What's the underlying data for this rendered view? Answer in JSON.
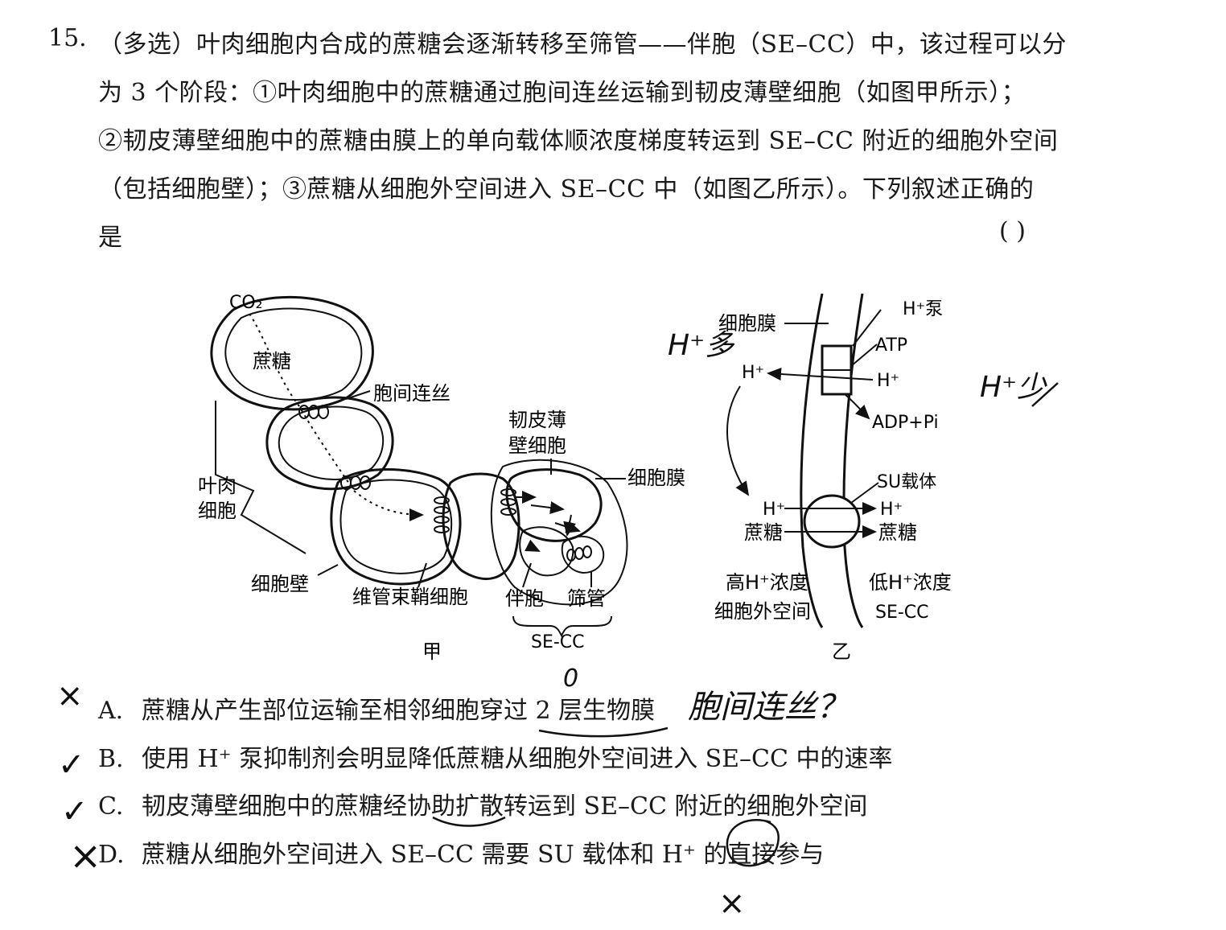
{
  "question": {
    "number": "15.",
    "lines": [
      "（多选）叶肉细胞内合成的蔗糖会逐渐转移至筛管——伴胞（SE–CC）中，该过程可以分",
      "为 3 个阶段：①叶肉细胞中的蔗糖通过胞间连丝运输到韧皮薄壁细胞（如图甲所示）；",
      "②韧皮薄壁细胞中的蔗糖由膜上的单向载体顺浓度梯度转运到 SE–CC 附近的细胞外空间",
      "（包括细胞壁）；③蔗糖从细胞外空间进入 SE–CC 中（如图乙所示）。下列叙述正确的",
      "是"
    ],
    "answer_paren": "(       )"
  },
  "figure_jia": {
    "caption": "甲",
    "co2": "CO₂",
    "sucrose": "蔗糖",
    "plasmodesmata": "胞间连丝",
    "phloem_parenchyma_1": "韧皮薄",
    "phloem_parenchyma_2": "壁细胞",
    "cell_membrane": "细胞膜",
    "mesophyll_1": "叶肉",
    "mesophyll_2": "细胞",
    "cell_wall": "细胞壁",
    "bundle_sheath": "维管束鞘细胞",
    "companion": "伴胞",
    "sieve_tube": "筛管",
    "se_cc": "SE-CC"
  },
  "figure_yi": {
    "caption": "乙",
    "cell_membrane": "细胞膜",
    "h_pump": "H⁺泵",
    "atp": "ATP",
    "h_left": "H⁺",
    "h_right": "H⁺",
    "adp": "ADP+Pi",
    "su_carrier": "SU载体",
    "h_left2": "H⁺",
    "h_right2": "H⁺",
    "sucrose_left": "蔗糖",
    "sucrose_right": "蔗糖",
    "high_h": "高H⁺浓度",
    "extracellular": "细胞外空间",
    "low_h": "低H⁺浓度",
    "se_cc": "SE-CC"
  },
  "options": [
    {
      "letter": "A.",
      "text": "蔗糖从产生部位运输至相邻细胞穿过 2 层生物膜"
    },
    {
      "letter": "B.",
      "text": "使用 H⁺ 泵抑制剂会明显降低蔗糖从细胞外空间进入 SE–CC 中的速率"
    },
    {
      "letter": "C.",
      "text": "韧皮薄壁细胞中的蔗糖经协助扩散转运到 SE–CC 附近的细胞外空间"
    },
    {
      "letter": "D.",
      "text": "蔗糖从细胞外空间进入 SE–CC 需要 SU 载体和 H⁺ 的直接参与"
    }
  ],
  "handwriting": {
    "h_many": "H⁺多",
    "h_few": "H⁺少",
    "zero": "0",
    "note_a": "胞间连丝？",
    "mark_a": "×",
    "mark_b": "✓",
    "mark_c": "✓",
    "mark_d": "×",
    "mark_direct": "×"
  }
}
